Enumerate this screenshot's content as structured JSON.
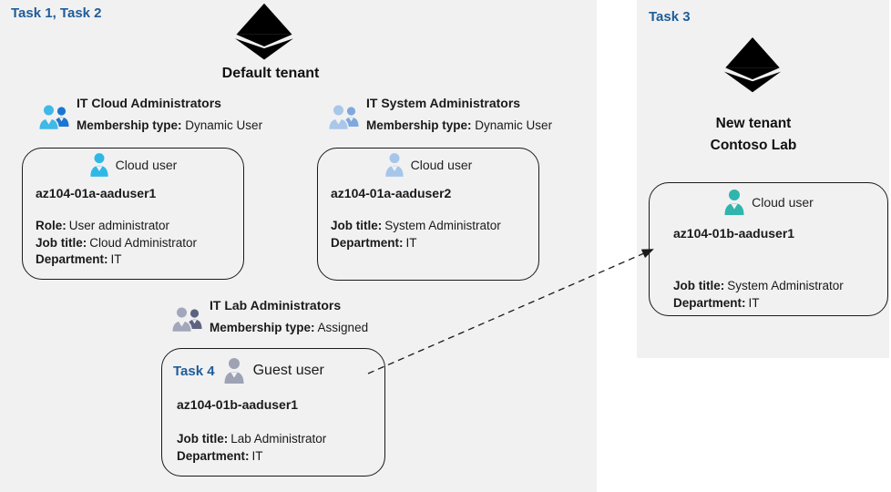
{
  "tasks": {
    "task12": "Task 1, Task 2",
    "task3": "Task 3"
  },
  "default_tenant": {
    "title": "Default tenant"
  },
  "new_tenant": {
    "line1": "New tenant",
    "line2": "Contoso Lab"
  },
  "groups": {
    "cloud": {
      "title": "IT Cloud Administrators",
      "membership_label": "Membership type:",
      "membership_value": "Dynamic User"
    },
    "system": {
      "title": "IT System Administrators",
      "membership_label": "Membership type:",
      "membership_value": "Dynamic User"
    },
    "lab": {
      "title": "IT Lab Administrators",
      "membership_label": "Membership type:",
      "membership_value": "Assigned"
    }
  },
  "cards": {
    "u1": {
      "type_label": "Cloud user",
      "username": "az104-01a-aaduser1",
      "role_label": "Role:",
      "role": "User administrator",
      "job_label": "Job title:",
      "job": "Cloud Administrator",
      "dept_label": "Department:",
      "dept": "IT"
    },
    "u2": {
      "type_label": "Cloud user",
      "username": "az104-01a-aaduser2",
      "job_label": "Job title:",
      "job": "System Administrator",
      "dept_label": "Department:",
      "dept": "IT"
    },
    "guest": {
      "task_label": "Task 4",
      "type_label": "Guest user",
      "username": "az104-01b-aaduser1",
      "job_label": "Job title:",
      "job": "Lab Administrator",
      "dept_label": "Department:",
      "dept": "IT"
    },
    "nu": {
      "type_label": "Cloud user",
      "username": "az104-01b-aaduser1",
      "job_label": "Job title:",
      "job": "System Administrator",
      "dept_label": "Department:",
      "dept": "IT"
    }
  },
  "arrow": {
    "from": "guest-user-card",
    "to": "new-tenant-cloud-user-card",
    "style": "dashed"
  },
  "colors": {
    "task_label": "#1F5C99",
    "panel_bg": "#F1F1F2",
    "person_cyan": "#2FB8E6",
    "person_pale_blue": "#A5C6E9",
    "person_teal": "#2FB5AC",
    "person_gray": "#9EA2B4",
    "group_blue_front": "#3FB9E6",
    "group_blue_back": "#1B76D1",
    "group_pale_front": "#A9C7E8",
    "group_pale_back": "#7FA9DC",
    "group_gray_front": "#A3A7BB",
    "group_gray_back": "#5E6380",
    "azure_blue": "#2196E2",
    "azure_teal": "#25ABA1"
  }
}
